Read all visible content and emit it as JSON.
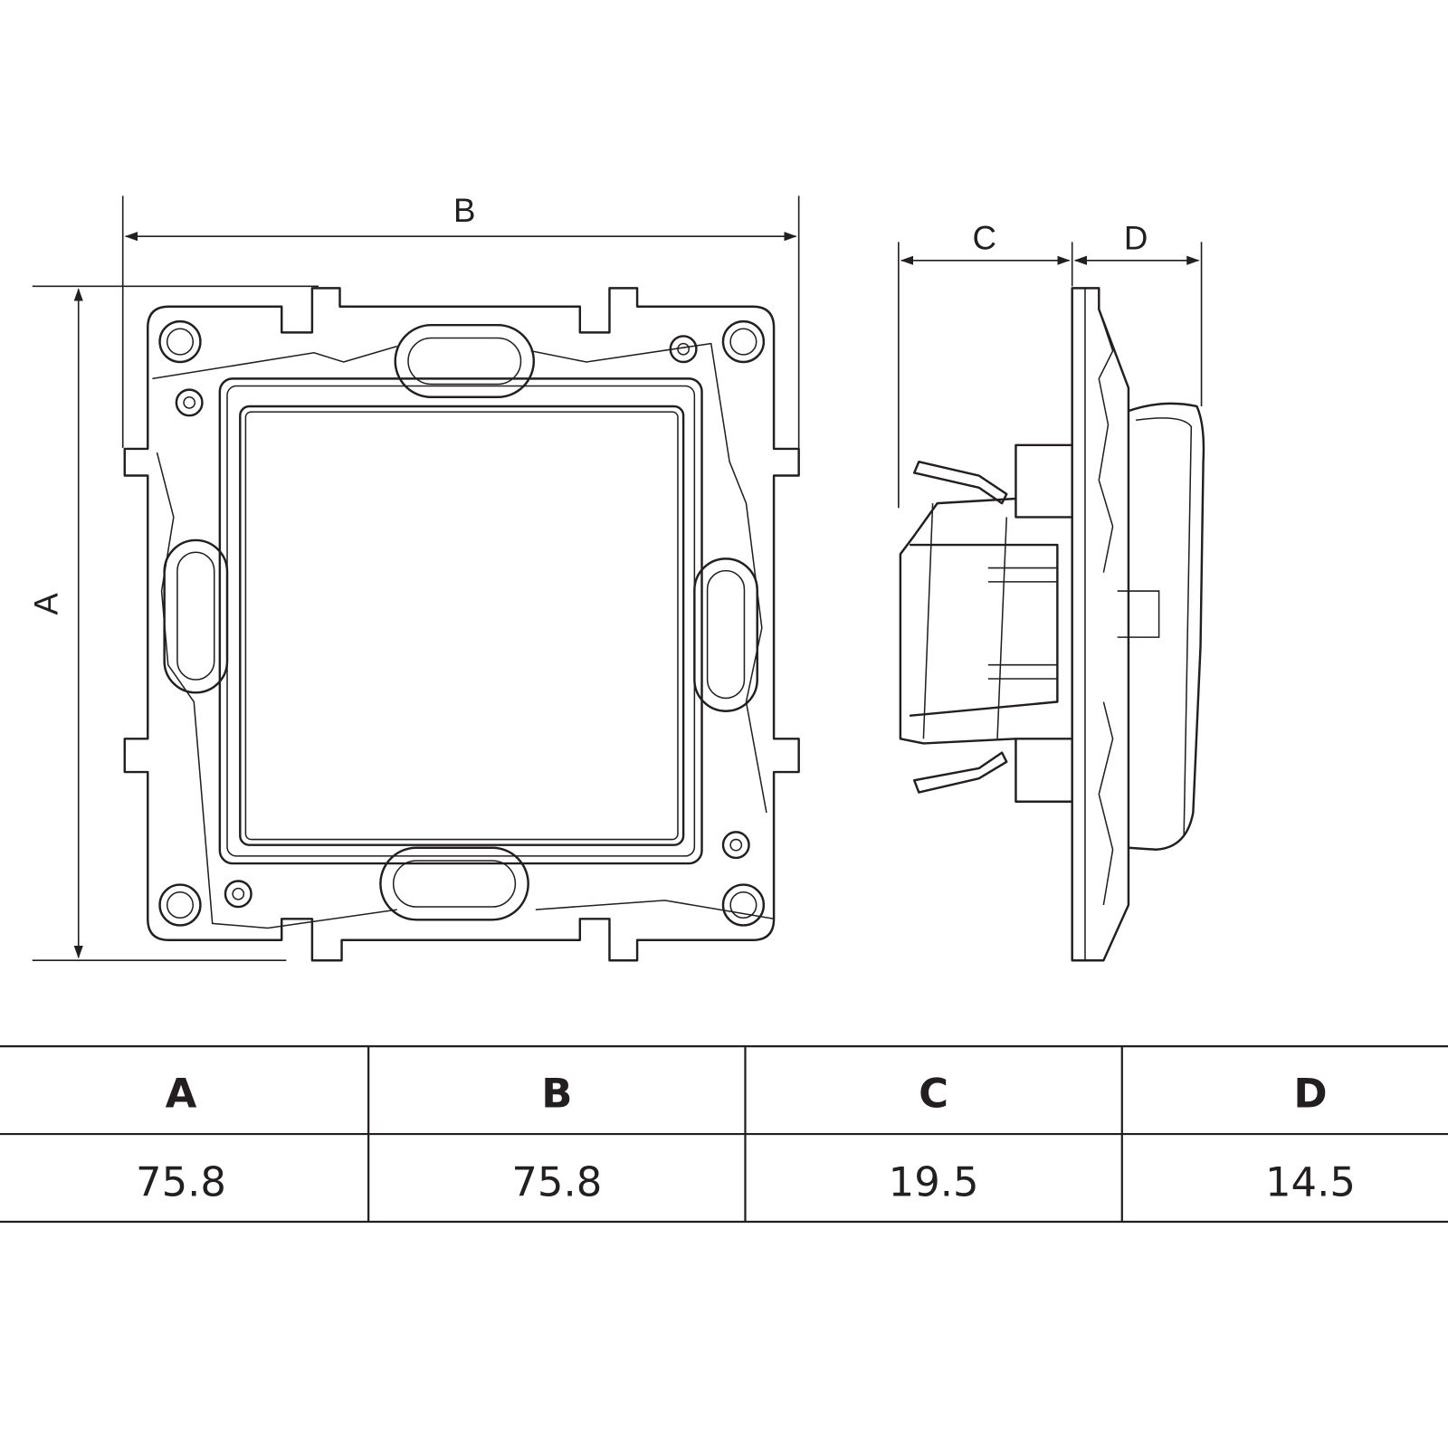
{
  "drawing": {
    "front_view": {
      "dim_width_label": "B",
      "dim_height_label": "A"
    },
    "side_view": {
      "dim_depth_back_label": "C",
      "dim_depth_front_label": "D"
    }
  },
  "table": {
    "headers": [
      "A",
      "B",
      "C",
      "D"
    ],
    "values": [
      "75.8",
      "75.8",
      "19.5",
      "14.5"
    ]
  }
}
